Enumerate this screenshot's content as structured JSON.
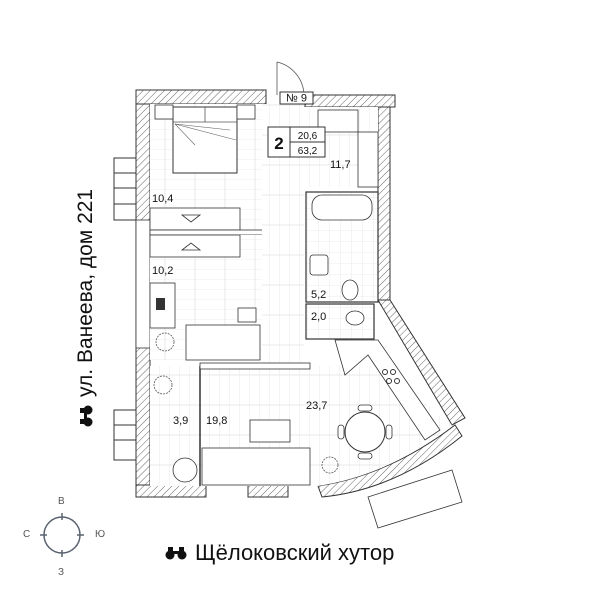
{
  "plan": {
    "apartment_number": "№ 9",
    "rooms_count": "2",
    "living_area": "20,6",
    "total_area": "63,2",
    "rooms": [
      {
        "id": "bedroom-1",
        "area": "10,4"
      },
      {
        "id": "bedroom-2",
        "area": "10,2"
      },
      {
        "id": "hallway",
        "area": "11,7"
      },
      {
        "id": "bathroom",
        "area": "5,2"
      },
      {
        "id": "toilet",
        "area": "2,0"
      },
      {
        "id": "balcony-nook",
        "area": "3,9"
      },
      {
        "id": "living-room",
        "area": "19,8"
      },
      {
        "id": "kitchen",
        "area": "23,7"
      }
    ]
  },
  "street": {
    "label": "ул. Ванеева, дом 221",
    "icon": "binoculars-icon"
  },
  "compass": {
    "north": "С",
    "east": "В",
    "south": "Ю",
    "west": "З"
  },
  "footer": {
    "title": "Щёлоковский хутор",
    "icon": "binoculars-icon"
  },
  "colors": {
    "wall": "#333333",
    "hatch": "#777777",
    "floor_line": "#cccccc",
    "text": "#111111",
    "compass": "#5a6270"
  }
}
